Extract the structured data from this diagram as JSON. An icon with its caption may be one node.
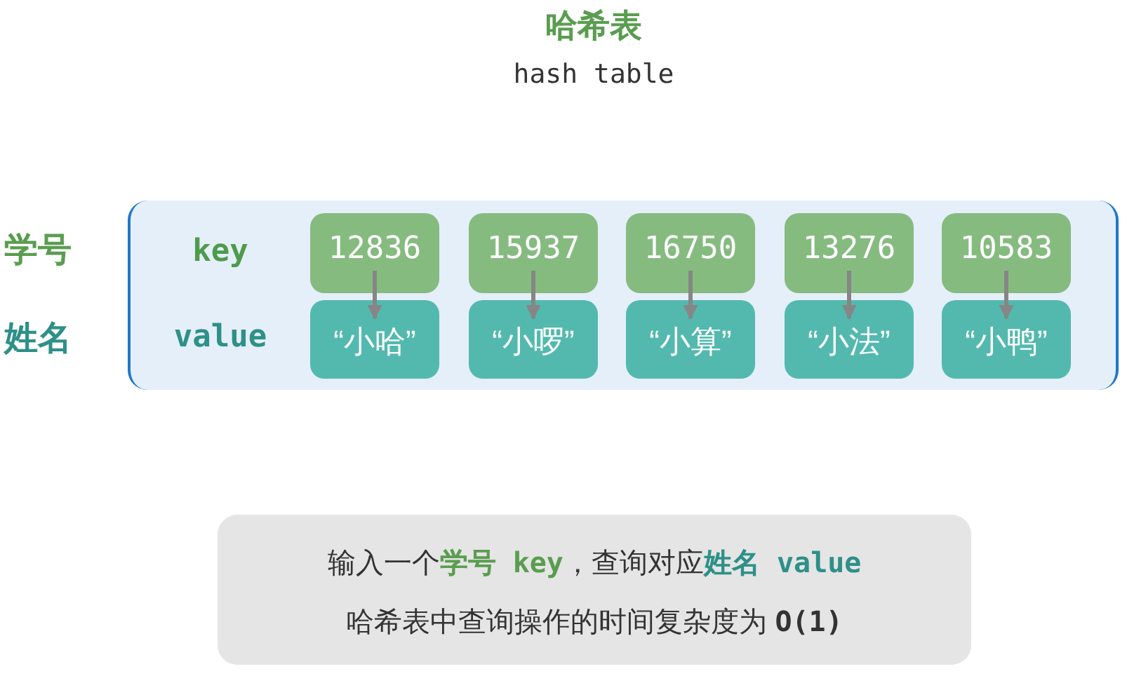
{
  "diagram": {
    "title": "哈希表",
    "nodes": [
      {
        "text": [
          "key",
          "value"
        ]
      },
      {
        "text": [
          "12836"
        ],
        "in": 0
      },
      {
        "text": [
          "15937"
        ],
        "in": 0
      },
      {
        "text": [
          "16750"
        ],
        "in": 0
      },
      {
        "text": [
          "13276"
        ],
        "in": 0
      },
      {
        "text": [
          "10583"
        ],
        "in": 0
      },
      {
        "text": [
          "“小哈”"
        ],
        "in": 0
      },
      {
        "text": [
          "“小啰”"
        ],
        "in": 0
      },
      {
        "text": [
          "“小算”"
        ],
        "in": 0
      },
      {
        "text": [
          "“小法”"
        ],
        "in": 0
      },
      {
        "text": [
          "“小鸭”"
        ],
        "in": 0
      },
      {
        "text": [
          "输入一个**学号 key**，查询对应**姓名 value**",
          "哈希表中查询操作的时间复杂度为 **O(1)**"
        ]
      }
    ],
    "edges": [
      {
        "from": 1,
        "to": 6,
        "arrow": "to"
      },
      {
        "from": 2,
        "to": 7,
        "arrow": "to"
      },
      {
        "from": 3,
        "to": 8,
        "arrow": "to"
      },
      {
        "from": 4,
        "to": 9,
        "arrow": "to"
      },
      {
        "from": 5,
        "to": 10,
        "arrow": "to"
      }
    ],
    "labels": [
      "hash table",
      "学号",
      "姓名"
    ]
  }
}
